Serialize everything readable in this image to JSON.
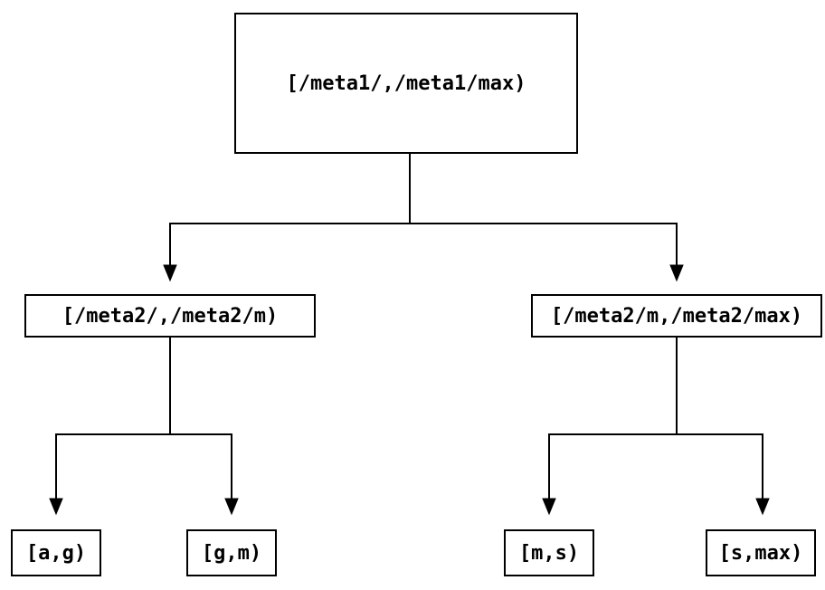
{
  "diagram": {
    "type": "tree",
    "colors": {
      "background": "#ffffff",
      "line": "#000000",
      "text": "#000000",
      "node_border": "#000000",
      "node_fill": "#ffffff"
    },
    "nodes": {
      "root": {
        "label": "[/meta1/,/meta1/max)"
      },
      "level1_left": {
        "label": "[/meta2/,/meta2/m)"
      },
      "level1_right": {
        "label": "[/meta2/m,/meta2/max)"
      },
      "leaf_a_g": {
        "label": "[a,g)"
      },
      "leaf_g_m": {
        "label": "[g,m)"
      },
      "leaf_m_s": {
        "label": "[m,s)"
      },
      "leaf_s_max": {
        "label": "[s,max)"
      }
    },
    "edges": [
      {
        "from": "root",
        "to": "level1_left",
        "arrow": "filled-triangle-down"
      },
      {
        "from": "root",
        "to": "level1_right",
        "arrow": "filled-triangle-down"
      },
      {
        "from": "level1_left",
        "to": "leaf_a_g",
        "arrow": "filled-triangle-down"
      },
      {
        "from": "level1_left",
        "to": "leaf_g_m",
        "arrow": "filled-triangle-down"
      },
      {
        "from": "level1_right",
        "to": "leaf_m_s",
        "arrow": "filled-triangle-down"
      },
      {
        "from": "level1_right",
        "to": "leaf_s_max",
        "arrow": "filled-triangle-down"
      }
    ]
  }
}
